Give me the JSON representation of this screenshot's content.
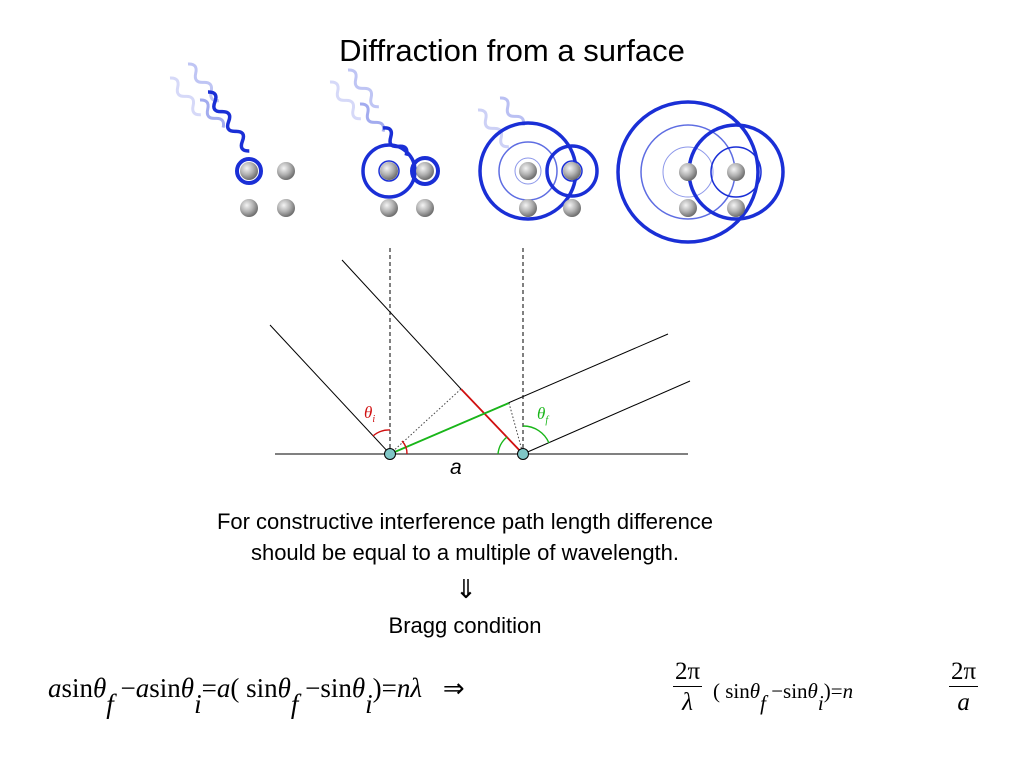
{
  "title": "Diffraction from a surface",
  "diagram": {
    "theta_i_label": "θ",
    "theta_i_sub": "i",
    "theta_f_label": "θ",
    "theta_f_sub": "f",
    "spacing_label": "a",
    "colors": {
      "wave": "#1a2fd6",
      "incident_path": "#d01010",
      "outgoing_path": "#19b619",
      "atom": "#9a9a9a",
      "scatter_point": "#7fc6c6"
    }
  },
  "caption": {
    "line1": "For constructive interference path length difference",
    "line2": "should be equal to a multiple of wavelength."
  },
  "implies_symbol": "⇓",
  "bragg_label": "Bragg condition",
  "equation": {
    "a": "a",
    "sin": "sin",
    "theta": "θ",
    "sub_f": "f",
    "sub_i": "i",
    "minus": "−",
    "equals": "=",
    "open": "(",
    "close": ")",
    "n": "n",
    "lambda": "λ",
    "arrow": "⇒",
    "two_pi": "2π"
  }
}
